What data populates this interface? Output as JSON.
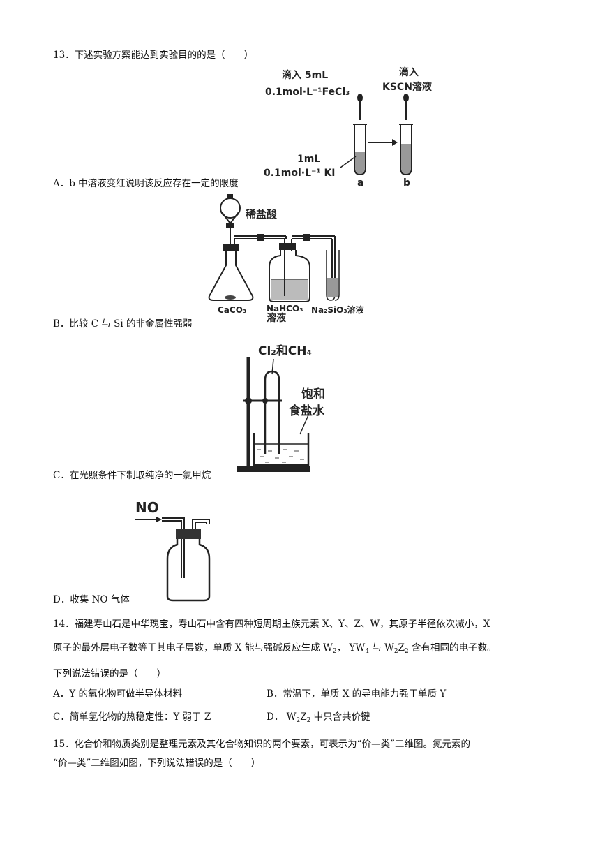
{
  "q13": {
    "stem": "13．下述实验方案能达到实验目的的是（　　）",
    "figA": {
      "label_drop1_line1": "滴入 5mL",
      "label_drop1_line2": "0.1mol·L⁻¹FeCl₃",
      "label_drop2_line1": "滴入",
      "label_drop2_line2": "KSCN溶液",
      "label_ki_line1": "1mL",
      "label_ki_line2": "0.1mol·L⁻¹ KI",
      "label_a": "a",
      "label_b": "b"
    },
    "optA": "A．b 中溶液变红说明该反应存在一定的限度",
    "figB": {
      "label_acid": "稀盐酸",
      "label_caco3": "CaCO₃",
      "label_nahco3_line1": "NaHCO₃",
      "label_nahco3_line2": "溶液",
      "label_na2sio3": "Na₂SiO₃溶液"
    },
    "optB": "B．比较 C 与 Si 的非金属性强弱",
    "figC": {
      "label_gas": "Cl₂和CH₄",
      "label_brine_line1": "饱和",
      "label_brine_line2": "食盐水"
    },
    "optC": "C．在光照条件下制取纯净的一氯甲烷",
    "figD": {
      "label_no": "NO"
    },
    "optD": "D．收集 NO 气体"
  },
  "q14": {
    "line1": "14．福建寿山石是中华瑰宝，寿山石中含有四种短周期主族元素 X、Y、Z、W，其原子半径依次减小，X",
    "line2_a": "原子的最外层电子数等于其电子层数，单质 X 能与强碱反应生成 W",
    "line2_sub1": "2",
    "line2_b": "，  YW",
    "line2_sub2": "4",
    "line2_c": " 与 W",
    "line2_sub3": "2",
    "line2_d": "Z",
    "line2_sub4": "2",
    "line2_e": " 含有相同的电子数。",
    "line3": "下列说法错误的是（　　）",
    "optA": "A．Y 的氧化物可做半导体材料",
    "optB": "B．常温下，单质 X 的导电能力强于单质 Y",
    "optC": "C．简单氢化物的热稳定性：Y 弱于 Z",
    "optD_a": "D．  W",
    "optD_sub1": "2",
    "optD_b": "Z",
    "optD_sub2": "2",
    "optD_c": " 中只含共价键"
  },
  "q15": {
    "line1": "15．化合价和物质类别是整理元素及其化合物知识的两个要素，可表示为“价—类”二维图。氮元素的",
    "line2": "“价—类”二维图如图，下列说法错误的是（　　）"
  }
}
